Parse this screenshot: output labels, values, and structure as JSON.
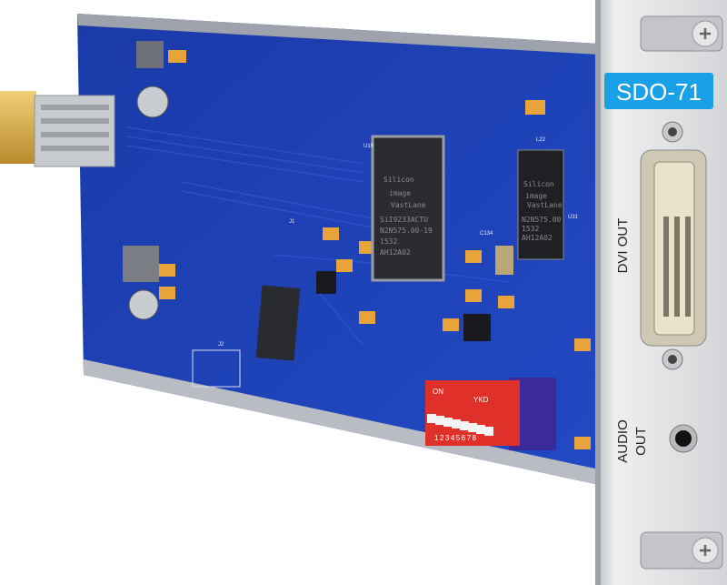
{
  "faceplate": {
    "model_label": "SDO-71",
    "dvi_label": "DVI OUT",
    "audio_label_line1": "AUDIO",
    "audio_label_line2": "OUT"
  },
  "chips": {
    "main": {
      "brand1": "Silicon",
      "brand2": "image",
      "brand3": "VastLane",
      "line1": "SiI9233ACTU",
      "line2": "N2N575.00-19",
      "line3": "1532",
      "line4": "AH12A02"
    },
    "secondary": {
      "brand1": "Silicon",
      "brand2": "image",
      "brand3": "VastLane",
      "line1": "N2N575.00",
      "line2": "1532",
      "line3": "AH12A02"
    }
  },
  "dip_switch": {
    "on_label": "ON",
    "brand": "YKD",
    "numbers": "12345678"
  },
  "silkscreen": {
    "u19": "U19",
    "u31": "U31",
    "l22": "L22",
    "c134": "C134",
    "j1": "J1",
    "j2": "J2"
  },
  "colors": {
    "board": "#1b3fb8",
    "faceplate": "#d9dadc",
    "label_bg": "#1aa0e6",
    "dip": "#e0302a",
    "gold": "#d7a640"
  }
}
